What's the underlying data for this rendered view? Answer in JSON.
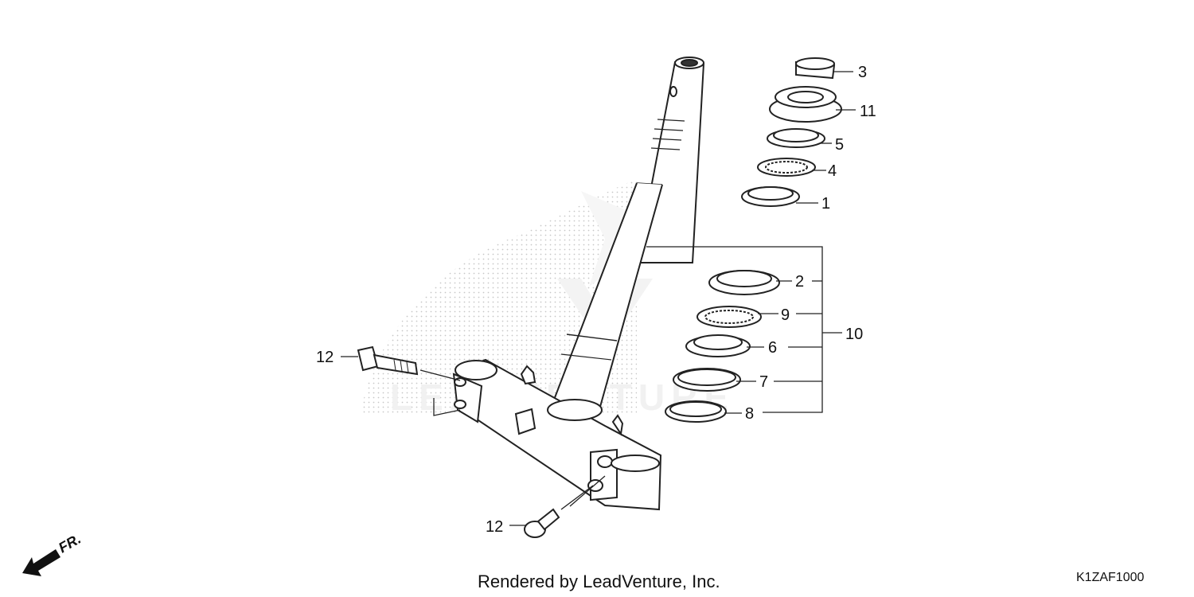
{
  "callouts": [
    {
      "id": "c3",
      "text": "3"
    },
    {
      "id": "c11",
      "text": "11"
    },
    {
      "id": "c5",
      "text": "5"
    },
    {
      "id": "c4",
      "text": "4"
    },
    {
      "id": "c1",
      "text": "1"
    },
    {
      "id": "c2",
      "text": "2"
    },
    {
      "id": "c9",
      "text": "9"
    },
    {
      "id": "c6",
      "text": "6"
    },
    {
      "id": "c7",
      "text": "7"
    },
    {
      "id": "c8",
      "text": "8"
    },
    {
      "id": "c10",
      "text": "10"
    },
    {
      "id": "c12a",
      "text": "12"
    },
    {
      "id": "c12b",
      "text": "12"
    }
  ],
  "direction_label": "FR.",
  "watermark_text": "LEADVENTURE",
  "footer": {
    "credit": "Rendered by LeadVenture, Inc.",
    "diagram_code": "K1ZAF1000"
  }
}
